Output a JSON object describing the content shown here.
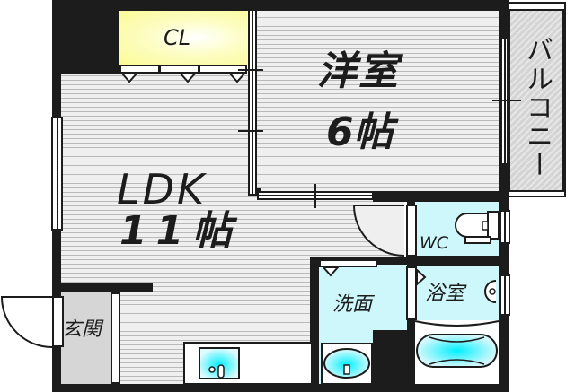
{
  "floorplan": {
    "rooms": {
      "ldk": {
        "name": "LDK",
        "size": "11帖"
      },
      "western_room": {
        "name": "洋室",
        "size": "6帖"
      },
      "closet": {
        "name": "CL"
      },
      "balcony": {
        "name": "バルコニー"
      },
      "entrance": {
        "name": "玄関"
      },
      "toilet": {
        "name": "WC"
      },
      "washroom": {
        "name": "洗面"
      },
      "bathroom": {
        "name": "浴室"
      }
    },
    "colors": {
      "wall": "#1c1c1c",
      "wood_floor": "#efefef",
      "wet_area": "#cdf7fb",
      "closet": "#fbfb96",
      "entrance": "#d6d6d6",
      "balcony": "#d4d4d4",
      "fixture_accent": "#00f0ff"
    }
  }
}
